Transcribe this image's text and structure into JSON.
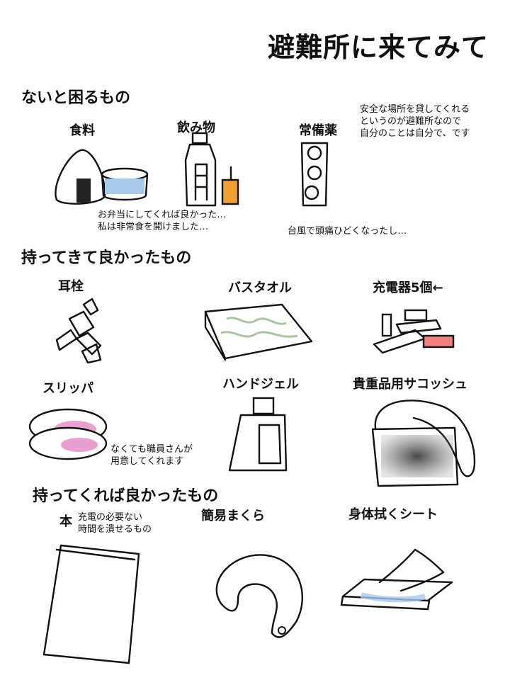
{
  "title": "避難所に来てみて",
  "sections": [
    {
      "heading": "ないと困るもの",
      "items": [
        {
          "label": "食料",
          "icon": "onigiri-and-canned-food-icon"
        },
        {
          "label": "飲み物",
          "icon": "water-bottle-and-juice-box-icon"
        },
        {
          "label": "常備薬",
          "icon": "pill-blister-pack-icon"
        }
      ],
      "notes": {
        "food": "お弁当にしてくれば良かった…\n私は非常食を開けました…",
        "medicine_top": "安全な場所を貸してくれる\nというのが避難所なので\n自分のことは自分で、です",
        "medicine_bottom": "台風で頭痛ひどくなったし…"
      }
    },
    {
      "heading": "持ってきて良かったもの",
      "items": [
        {
          "label": "耳栓",
          "icon": "earplugs-icon"
        },
        {
          "label": "バスタオル",
          "icon": "bath-towel-icon"
        },
        {
          "label": "充電器5個←",
          "icon": "chargers-icon"
        },
        {
          "label": "スリッパ",
          "icon": "slippers-icon"
        },
        {
          "label": "ハンドジェル",
          "icon": "hand-gel-bottle-icon"
        },
        {
          "label": "貴重品用サコッシュ",
          "icon": "sacoche-bag-icon"
        }
      ],
      "notes": {
        "slippers": "なくても職員さんが\n用意してくれます"
      }
    },
    {
      "heading": "持ってくれば良かったもの",
      "items": [
        {
          "label": "本",
          "icon": "book-icon"
        },
        {
          "label": "簡易まくら",
          "icon": "neck-pillow-icon"
        },
        {
          "label": "身体拭くシート",
          "icon": "body-wipes-icon"
        }
      ],
      "notes": {
        "book": "充電の必要ない\n時間を潰せるもの"
      }
    }
  ],
  "colors": {
    "ink": "#111111",
    "can_blue": "#a9c9e8",
    "juice_orange": "#f0a030",
    "towel_green": "#b8d8b0",
    "slipper_pink": "#e8a0d0",
    "gel_yellow": "#f0e0a0",
    "charger_red": "#f08080",
    "wipes_blue": "#a8c8f0"
  }
}
